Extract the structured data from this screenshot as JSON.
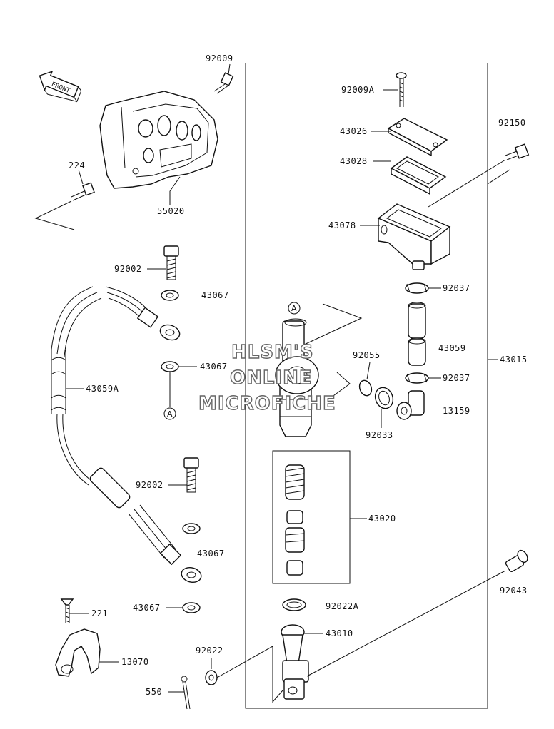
{
  "direction_tag": "FRONT",
  "callouts": {
    "a1": "A",
    "a2": "A"
  },
  "watermark": [
    "HLSM'S",
    "ONLINE",
    "MICROFICHE"
  ],
  "labels": {
    "p92009": "92009",
    "p224": "224",
    "p55020": "55020",
    "p92002_top": "92002",
    "p43067_1": "43067",
    "p43067_2": "43067",
    "p43059A": "43059A",
    "p92002_bot": "92002",
    "p43067_3": "43067",
    "p43067_4": "43067",
    "p221": "221",
    "p13070": "13070",
    "p550": "550",
    "p92022": "92022",
    "p92009A": "92009A",
    "p43026": "43026",
    "p43028": "43028",
    "p43078": "43078",
    "p92150": "92150",
    "p92037_1": "92037",
    "p43059": "43059",
    "p92037_2": "92037",
    "p13159": "13159",
    "p92055": "92055",
    "p92033": "92033",
    "p43015": "43015",
    "p43020": "43020",
    "p92022A": "92022A",
    "p43010": "43010",
    "p92043": "92043"
  }
}
